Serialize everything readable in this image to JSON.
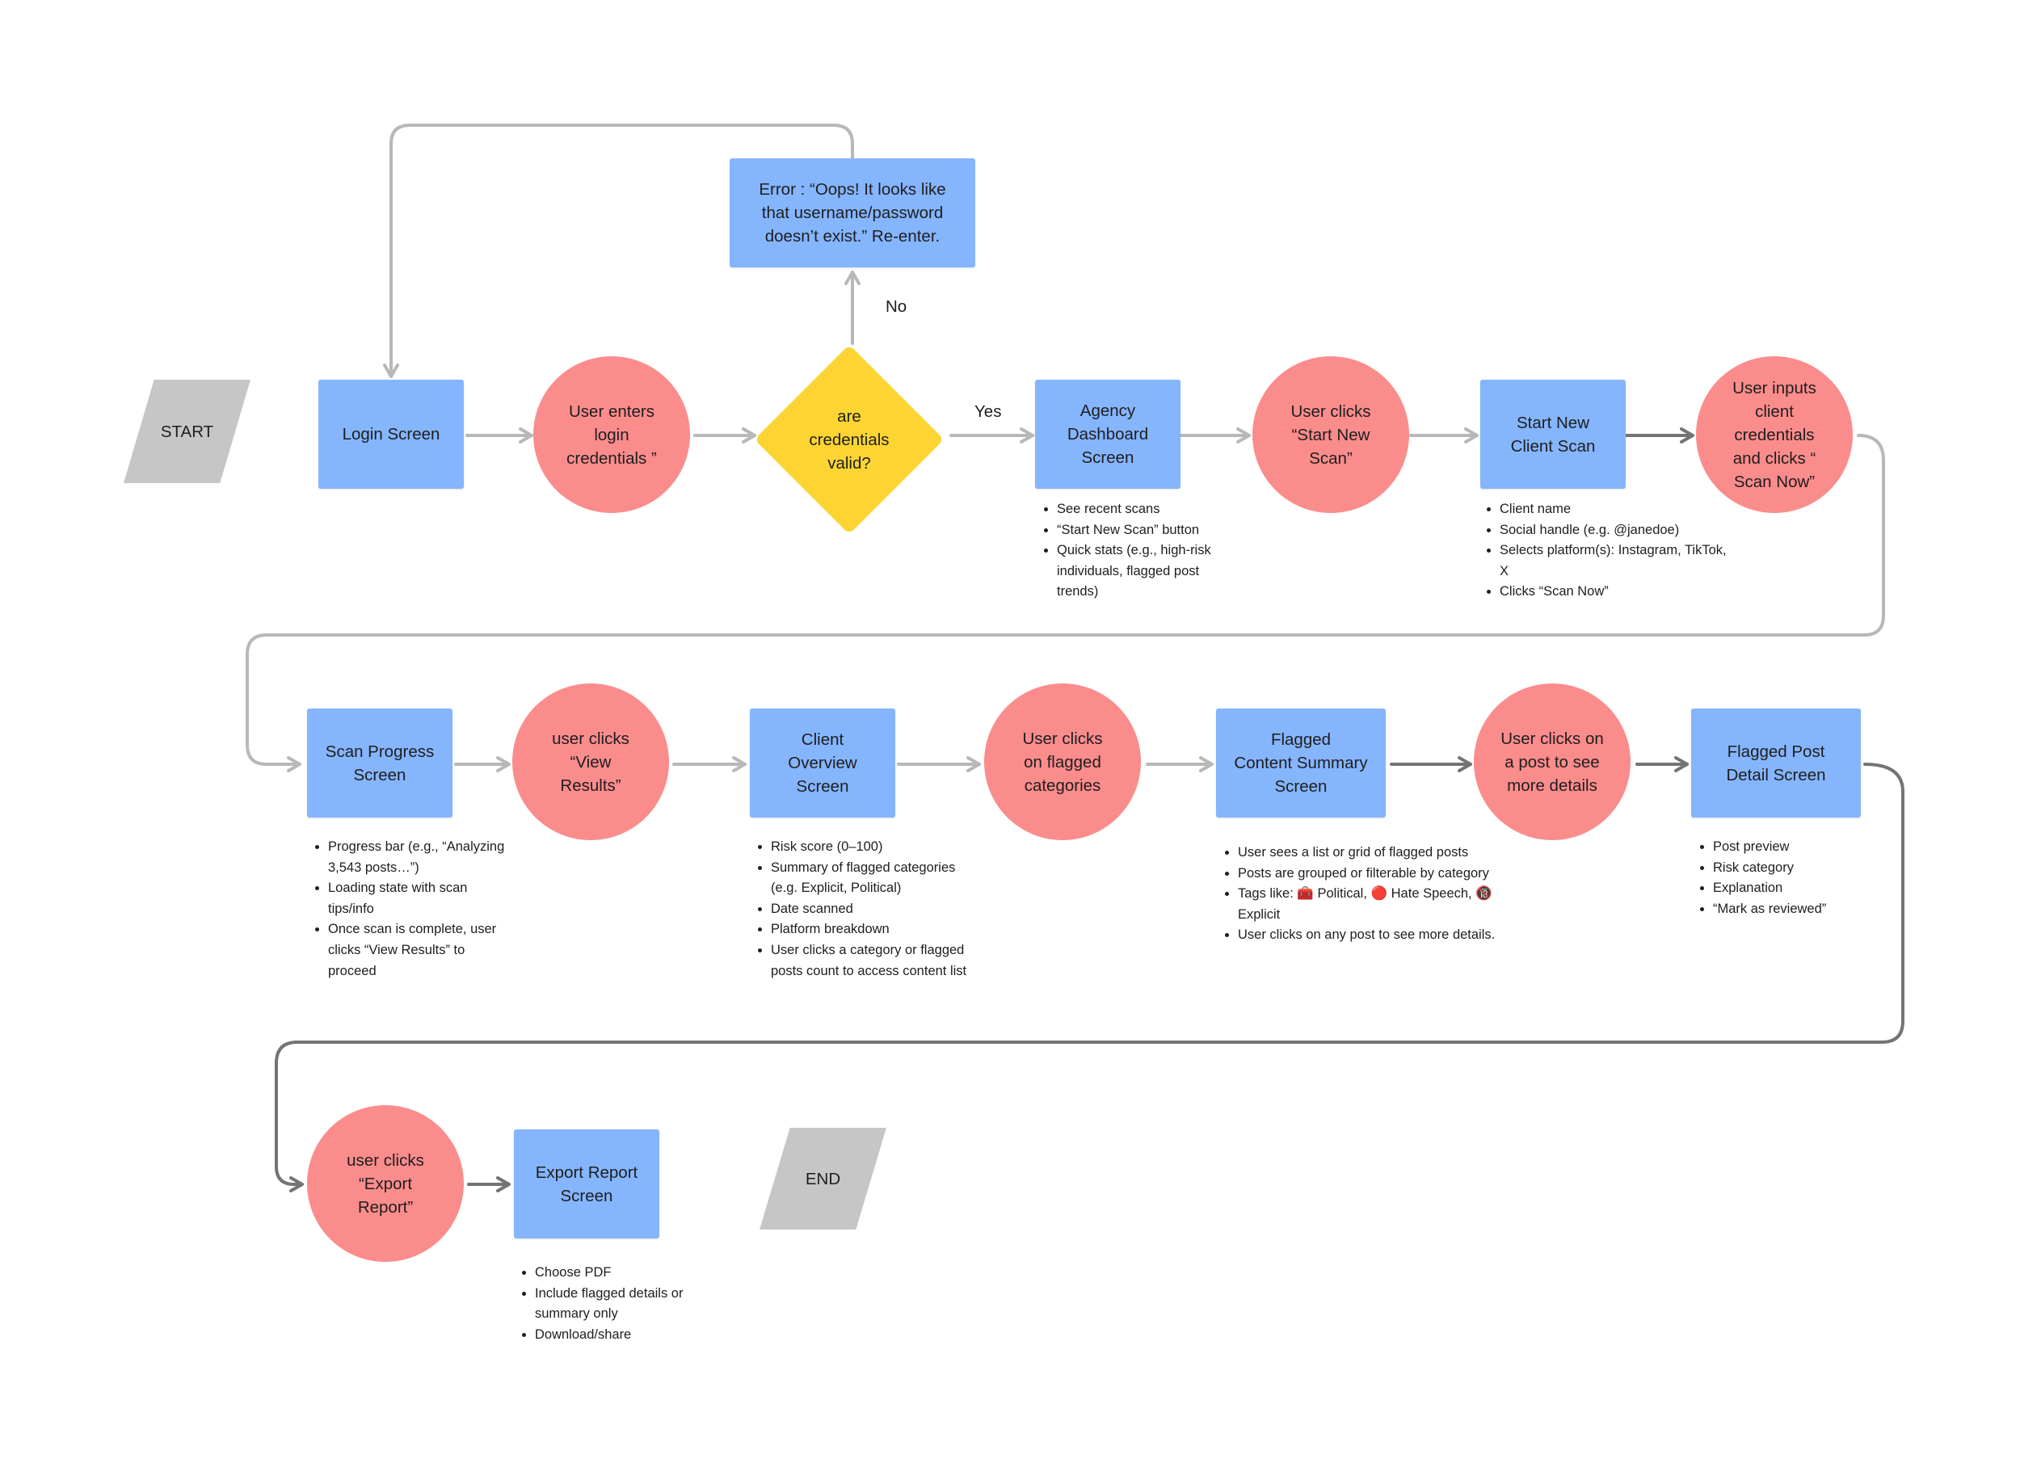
{
  "colors": {
    "screen": "#85b5fd",
    "action": "#fb8c8c",
    "decision": "#fdd431",
    "terminal": "#c6c6c6",
    "connector_light": "#b8b8b8",
    "connector_dark": "#747474"
  },
  "nodes": {
    "start": "START",
    "login_screen": "Login Screen",
    "enter_credentials": "User enters\nlogin\ncredentials ”",
    "decision": "are\ncredentials\nvalid?",
    "error": "Error : “Oops! It looks like\nthat username/password\ndoesn’t exist.” Re-enter.",
    "agency_dashboard": "Agency\nDashboard\nScreen",
    "clicks_start_new_scan": "User clicks\n“Start New\nScan”",
    "start_new_client_scan": "Start New\nClient Scan",
    "inputs_client_credentials": "User inputs\nclient\ncredentials\nand clicks “\nScan Now”",
    "scan_progress": "Scan Progress\nScreen",
    "clicks_view_results": "user clicks\n“View\nResults”",
    "client_overview": "Client\nOverview\nScreen",
    "clicks_flagged_categories": "User clicks\non flagged\ncategories",
    "flagged_content_summary": "Flagged\nContent Summary\nScreen",
    "clicks_post_details": "User clicks on\na post to see\nmore details",
    "flagged_post_detail": "Flagged Post\nDetail Screen",
    "clicks_export_report": "user clicks\n“Export\nReport”",
    "export_report_screen": "Export Report\nScreen",
    "end": "END"
  },
  "edge_labels": {
    "no": "No",
    "yes": "Yes"
  },
  "notes": {
    "agency_dashboard": [
      "See recent scans",
      "“Start New Scan” button",
      "Quick stats (e.g., high-risk individuals, flagged post trends)"
    ],
    "start_new_client_scan": [
      "Client name",
      "Social handle (e.g. @janedoe)",
      "Selects platform(s): Instagram, TikTok, X",
      "Clicks “Scan Now”"
    ],
    "scan_progress": [
      "Progress bar (e.g., “Analyzing 3,543 posts…”)",
      "Loading state with scan tips/info",
      "Once scan is complete, user clicks “View Results” to proceed"
    ],
    "client_overview": [
      "Risk score (0–100)",
      "Summary of flagged categories (e.g. Explicit, Political)",
      "Date scanned",
      "Platform breakdown",
      "User clicks a category or flagged posts count to access content list"
    ],
    "flagged_content_summary": [
      "User sees a list or grid of flagged posts",
      "Posts are grouped or filterable by category",
      "Tags like: 🧰 Political, 🔴 Hate Speech, 🔞 Explicit",
      "User clicks on any post to see more details."
    ],
    "flagged_post_detail": [
      "Post preview",
      "Risk category",
      "Explanation",
      "“Mark as reviewed”"
    ],
    "export_report_screen": [
      "Choose PDF",
      "Include flagged details or summary only",
      "Download/share"
    ]
  }
}
